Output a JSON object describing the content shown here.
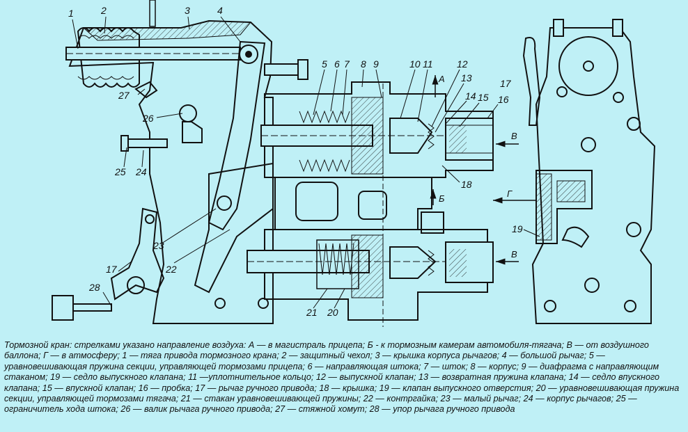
{
  "labels": {
    "n1": "1",
    "n2": "2",
    "n3": "3",
    "n4": "4",
    "n5": "5",
    "n6": "6",
    "n7": "7",
    "n8": "8",
    "n9": "9",
    "n10": "10",
    "n11": "11",
    "n12": "12",
    "n13": "13",
    "n14": "14",
    "n15": "15",
    "n16": "16",
    "n17": "17",
    "n17b": "17",
    "n18": "18",
    "n19": "19",
    "n20": "20",
    "n21": "21",
    "n22": "22",
    "n23": "23",
    "n24": "24",
    "n25": "25",
    "n26": "26",
    "n27": "27",
    "n28": "28"
  },
  "flow": {
    "a": "А",
    "b": "Б",
    "v1": "В",
    "v2": "В",
    "g": "Г"
  },
  "caption": "Тормозной кран: стрелками указано направление воздуха: А — в магистраль прицепа; Б - к тормозным камерам автомобиля-тягача; В — от воздушного баллона; Г — в атмосферу; 1 — тяга привода тормозного крана; 2 — защитный чехол; 3 — крышка корпуса рычагов; 4 — большой рычаг; 5 — уравновешивающая пружина секции, управляющей тормозами прицепа; 6 — направляющая штока; 7 — шток; 8 — корпус; 9 — диафрагма с направляющим стаканом; 19 — седло выпускного клапана; 11 —уплотнительное кольцо; 12 — выпускной клапан; 13 — возвратная пружина клапана; 14 — седло впускного клапана; 15 — впускной клапан; 16 — пробка; 17 — рычаг ручного привода; 18 — крышка; 19 — клапан выпускного отверстия; 20 — уравновешивающая пружина секции, управляющей тормозами тягача; 21 — стакан уравновешивающей пружины; 22 — контргайка; 23 — малый рычаг; 24 — корпус рычагов; 25 — ограничитель хода штока; 26 — валик рычага ручного привода; 27 — стяжной хомут; 28 — упор рычага ручного привода"
}
